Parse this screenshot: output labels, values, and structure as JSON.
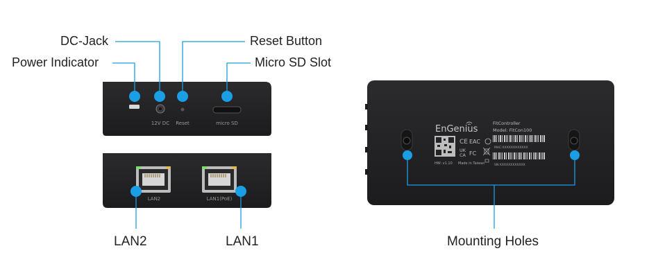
{
  "labels": {
    "dc_jack": "DC-Jack",
    "power_indicator": "Power Indicator",
    "reset_button": "Reset Button",
    "micro_sd_slot": "Micro SD Slot",
    "lan2": "LAN2",
    "lan1": "LAN1",
    "mounting_holes": "Mounting Holes"
  },
  "device_text": {
    "dc": "12V DC",
    "reset": "Reset",
    "microsd": "micro SD",
    "lan2_port": "LAN2",
    "lan1_port": "LAN1(PoE)",
    "brand": "EnGenius",
    "product": "FitController",
    "model": "Model: FitCon100",
    "hw": "HW: v1.10",
    "made_in": "Made in Taiwan",
    "mac": "MAC:XXXXXXXXXXXX",
    "sn": "SN:XXXXXXXXXXXX",
    "cert_ce": "CE",
    "cert_eac": "EAC",
    "cert_ukca_1": "UK",
    "cert_ukca_2": "CA",
    "cert_fc": "FC"
  },
  "colors": {
    "callout": "#1a9ee5",
    "device": "#232325",
    "label_text": "#222222"
  }
}
